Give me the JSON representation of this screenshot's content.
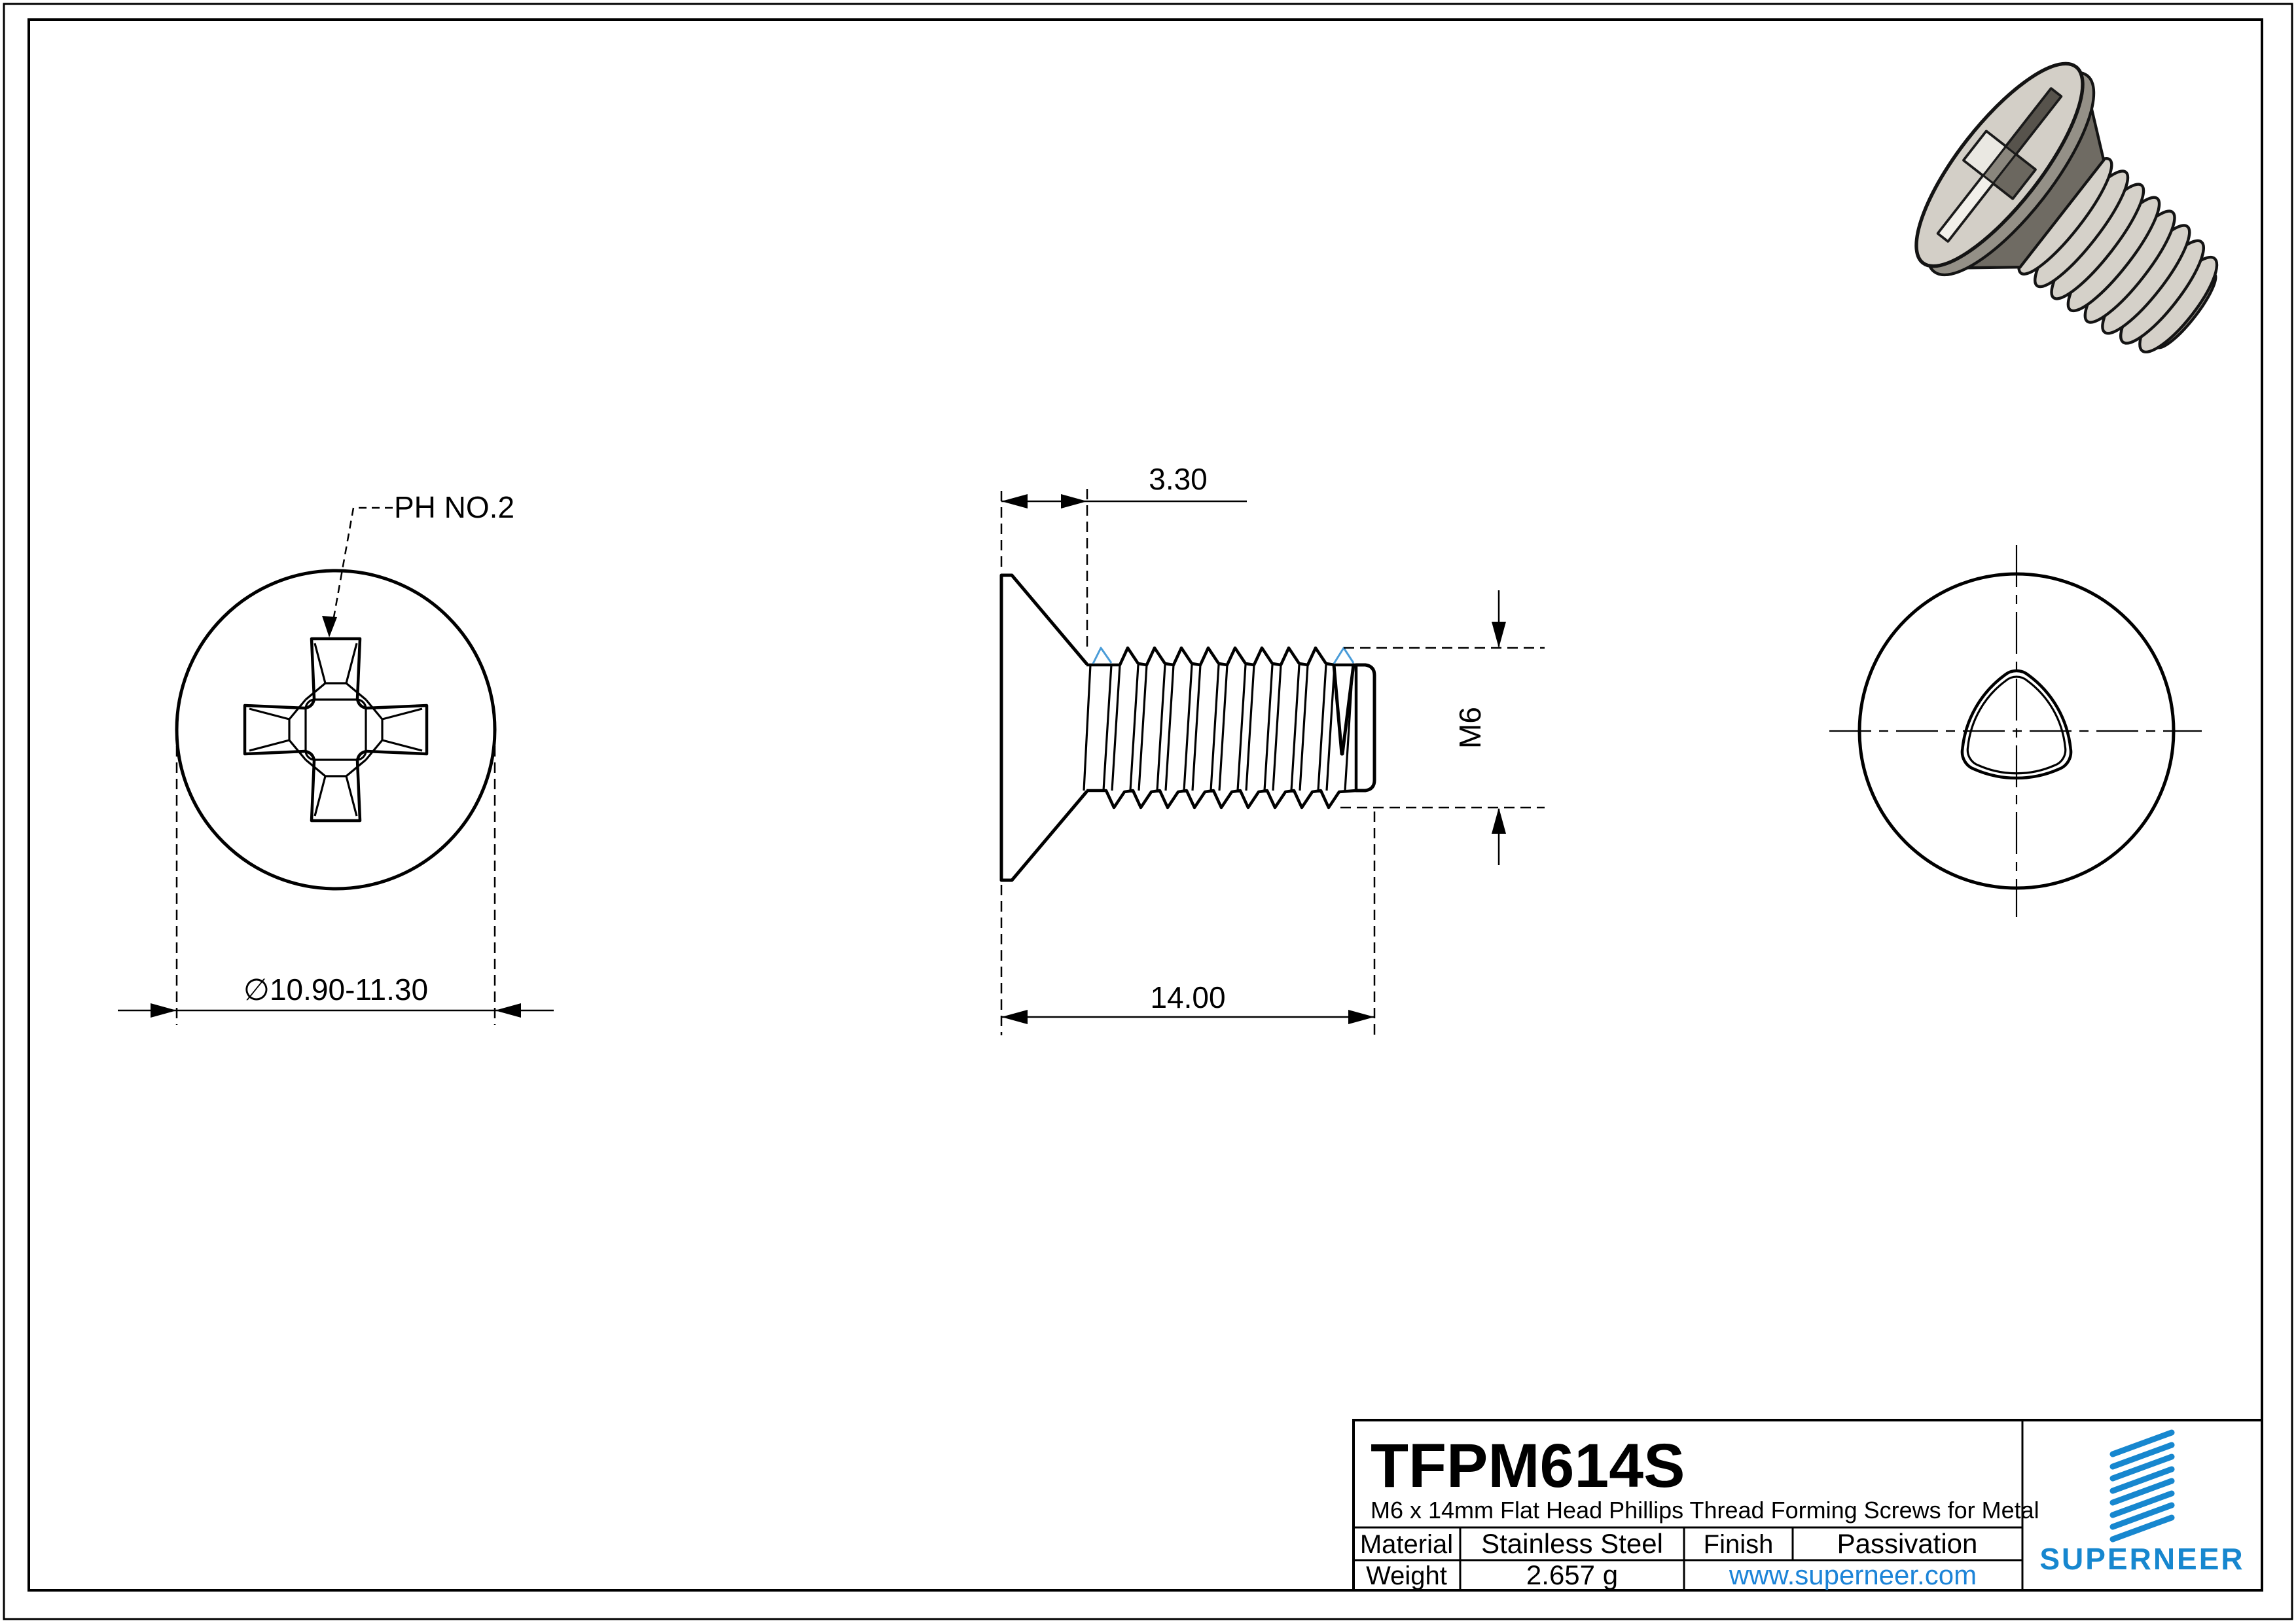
{
  "colors": {
    "background": "#ffffff",
    "line": "#000000",
    "thread_mark_blue": "#4a9cd8",
    "brand_blue": "#1787cf",
    "link_blue": "#1c84d8",
    "render_body": "#d3cfc7",
    "render_shadow": "#6f6b63"
  },
  "views": {
    "front_view": {
      "drive_label": "PH NO.2",
      "diameter_dim": "∅10.90-11.30"
    },
    "side_view": {
      "head_height_dim": "3.30",
      "length_dim": "14.00",
      "thread_dim": "M6"
    }
  },
  "title_block": {
    "part_number": "TFPM614S",
    "description": "M6 x 14mm Flat Head Phillips Thread Forming Screws for Metal",
    "material_label": "Material",
    "material_value": "Stainless Steel",
    "finish_label": "Finish",
    "finish_value": "Passivation",
    "weight_label": "Weight",
    "weight_value": "2.657 g",
    "website": "www.superneer.com",
    "brand": "SUPERNEER"
  }
}
